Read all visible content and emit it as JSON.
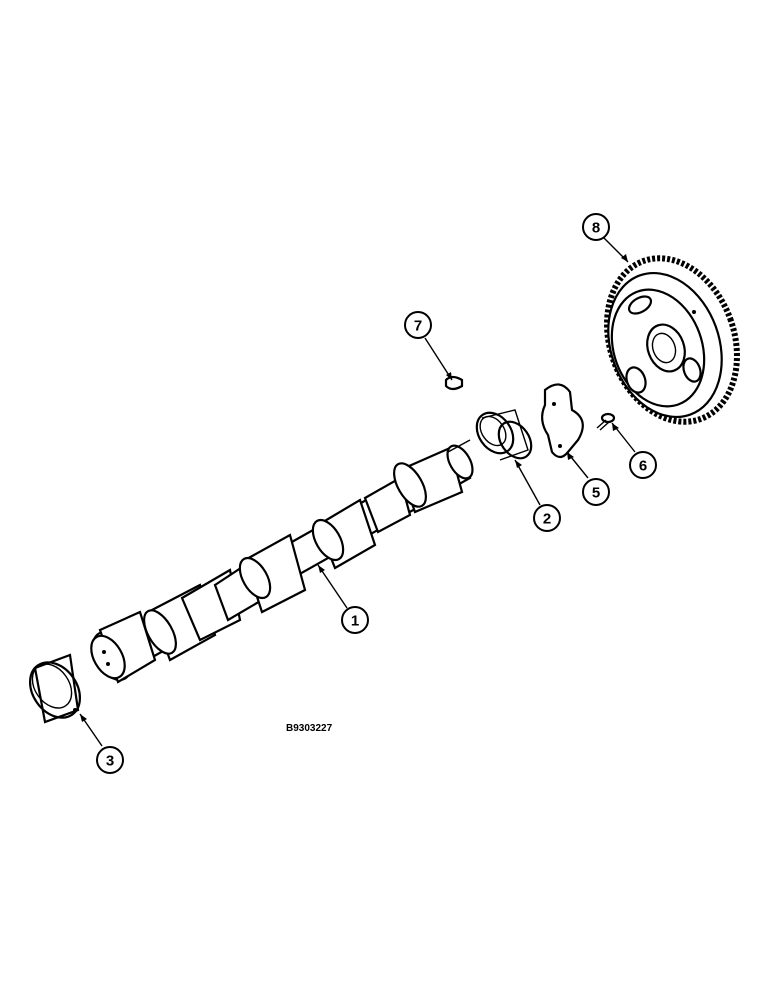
{
  "figure": {
    "reference_code": "B9303227",
    "callouts": [
      {
        "id": "1",
        "part": "camshaft"
      },
      {
        "id": "2",
        "part": "bushing"
      },
      {
        "id": "3",
        "part": "bushing"
      },
      {
        "id": "5",
        "part": "thrust-plate"
      },
      {
        "id": "6",
        "part": "cap-screw"
      },
      {
        "id": "7",
        "part": "key"
      },
      {
        "id": "8",
        "part": "camshaft-gear"
      }
    ]
  }
}
